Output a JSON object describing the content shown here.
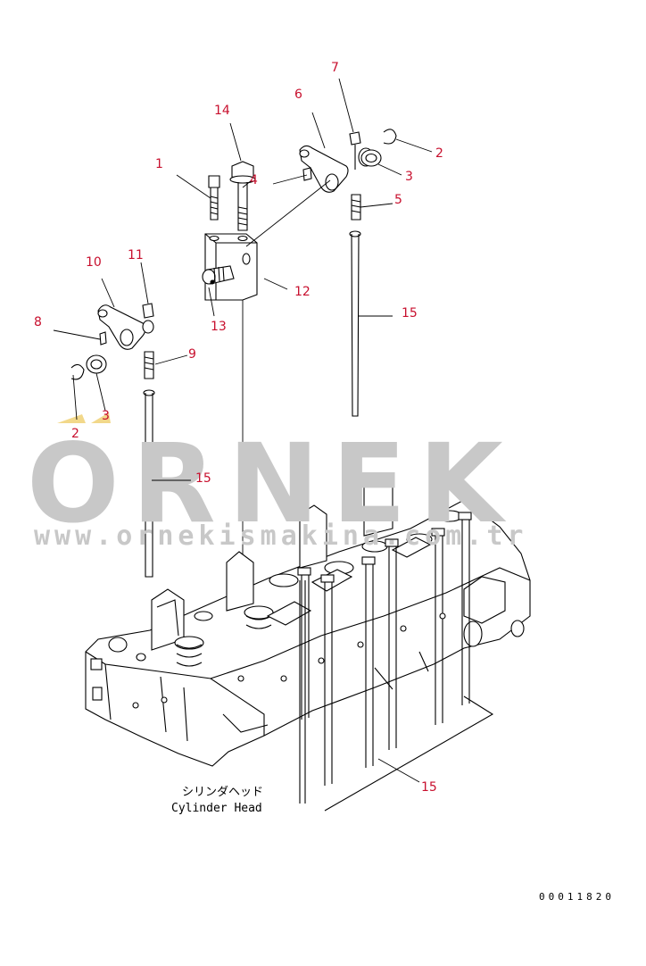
{
  "watermark": {
    "brand": "ORNEK",
    "url": "www.ornekismakina.com.tr"
  },
  "caption": {
    "japanese": "シリンダヘッド",
    "english": "Cylinder Head"
  },
  "drawing_code": "00011820",
  "callouts": {
    "c1": "1",
    "c2a": "2",
    "c2b": "2",
    "c3a": "3",
    "c3b": "3",
    "c4": "4",
    "c5": "5",
    "c6": "6",
    "c7": "7",
    "c8": "8",
    "c9": "9",
    "c10": "10",
    "c11": "11",
    "c12": "12",
    "c13": "13",
    "c14": "14",
    "c15a": "15",
    "c15b": "15",
    "c15c": "15"
  },
  "colors": {
    "callout": "#c8102e",
    "watermark": "#c8c8c8",
    "accent": "#f2d88a"
  }
}
